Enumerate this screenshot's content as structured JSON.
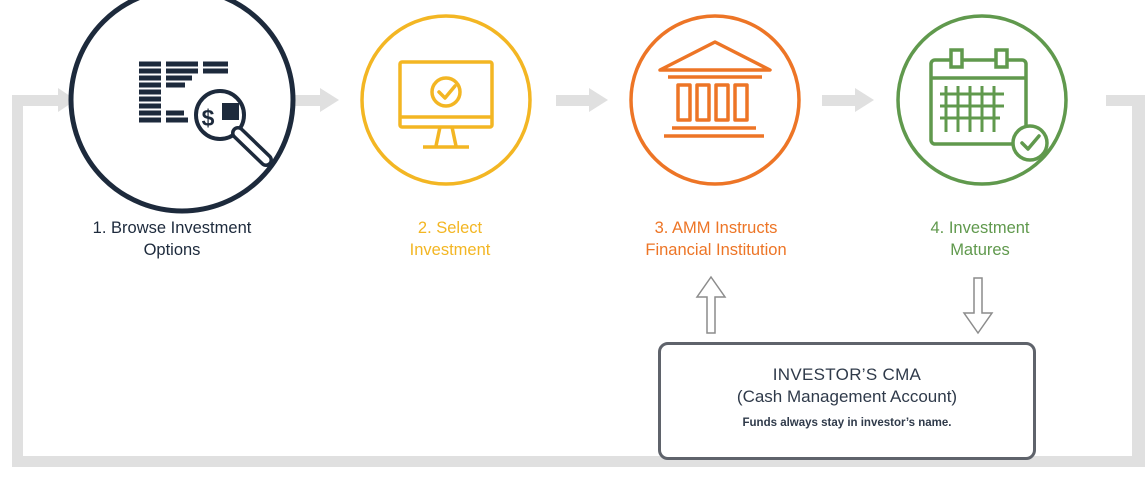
{
  "steps": [
    {
      "line1": "1. Browse Investment",
      "line2": "Options",
      "color": "#1d2a3c",
      "icon": "investment-search-icon"
    },
    {
      "line1": "2. Select",
      "line2": "Investment",
      "color": "#f3b623",
      "icon": "monitor-check-icon"
    },
    {
      "line1": "3. AMM Instructs",
      "line2": "Financial Institution",
      "color": "#ed7526",
      "icon": "bank-building-icon"
    },
    {
      "line1": "4. Investment",
      "line2": "Matures",
      "color": "#60994d",
      "icon": "calendar-check-icon"
    }
  ],
  "icon_symbols": {
    "dollar": "$"
  },
  "cma": {
    "title": "INVESTOR’S CMA",
    "subtitle": "(Cash Management Account)",
    "note": "Funds always stay in investor’s name."
  },
  "colors": {
    "loop_track": "#e0e0e0",
    "cma_border": "#5f636b",
    "flow_arrow": "#8c8c8c"
  }
}
